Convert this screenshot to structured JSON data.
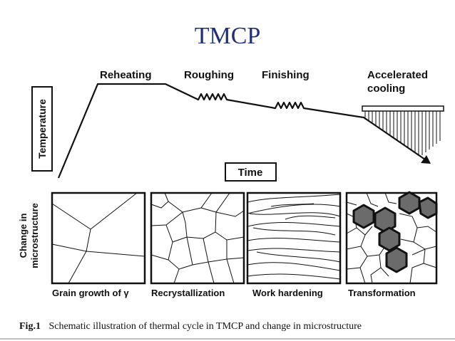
{
  "title": "TMCP",
  "colors": {
    "title": "#1f2f7a",
    "ink": "#111111",
    "grain_fill": "#6b6b6b",
    "rule": "#bfbfbf"
  },
  "stages": [
    "Reheating",
    "Roughing",
    "Finishing",
    "Accelerated",
    "cooling"
  ],
  "axis": {
    "y_label": "Temperature",
    "x_label": "Time"
  },
  "panels": {
    "side_label_1": "Change in",
    "side_label_2": "microstructure",
    "captions": [
      "Grain growth of γ",
      "Recrystallization",
      "Work hardening",
      "Transformation"
    ]
  },
  "caption": {
    "fig": "Fig.1",
    "text": "Schematic illustration of thermal cycle in TMCP and change in microstructure"
  }
}
